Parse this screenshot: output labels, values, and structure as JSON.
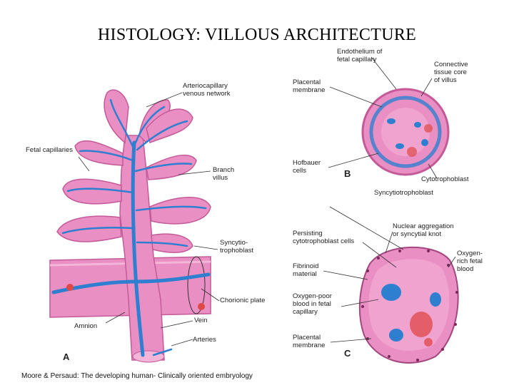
{
  "title": "HISTOLOGY:  VILLOUS ARCHITECTURE",
  "panels": {
    "a": "A",
    "b": "B",
    "c": "C"
  },
  "labels": {
    "arteriocapillary": "Arteriocapillary\nvenous network",
    "fetal_capillaries": "Fetal capillaries",
    "branch_villus": "Branch\nvillus",
    "syncytiotrophoblast_a": "Syncytio-\ntrophoblast",
    "chorionic_plate": "Chorionic plate",
    "vein": "Vein",
    "amnion": "Amnion",
    "arteries": "Arteries",
    "endothelium": "Endothelium of\nfetal capillary",
    "placental_membrane_b": "Placental\nmembrane",
    "connective_tissue": "Connective\ntissue core\nof villus",
    "hofbauer": "Hofbauer\ncells",
    "cytotrophoblast": "Cytotrophoblast",
    "syncytiotrophoblast_b": "Syncytiotrophoblast",
    "nuclear_aggregation": "Nuclear aggregation\nor syncytial knot",
    "persisting": "Persisting\ncytotrophoblast cells",
    "oxygen_rich": "Oxygen-\nrich fetal\nblood",
    "fibrinoid": "Fibrinoid\nmaterial",
    "oxygen_poor": "Oxygen-poor\nblood in fetal\ncapillary",
    "placental_membrane_c": "Placental\nmembrane"
  },
  "credit": "Moore & Persaud: The developing human- Clinically oriented embryology",
  "colors": {
    "villus_pink": "#e98fc4",
    "vessel_blue": "#2f7fd0",
    "membrane_pink": "#d86aa8"
  }
}
